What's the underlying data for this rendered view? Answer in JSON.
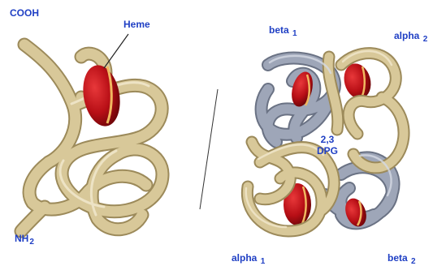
{
  "colors": {
    "label": "#1f3fc4",
    "tube_tan": "#d8c899",
    "tube_tan_dark": "#9c8a5a",
    "tube_grey": "#9ea6b8",
    "tube_grey_dark": "#6a7284",
    "heme_red": "#c0121a",
    "heme_stripe": "#f0b860",
    "divider": "#333333"
  },
  "myoglobin": {
    "cooh": "COOH",
    "heme": "Heme",
    "nh_base": "NH",
    "nh_sub": "2"
  },
  "hemoglobin": {
    "beta1_base": "beta",
    "beta1_sub": "1",
    "alpha2_base": "alpha",
    "alpha2_sub": "2",
    "dpg_num": "2,3",
    "dpg_text": "DPG",
    "alpha1_base": "alpha",
    "alpha1_sub": "1",
    "beta2_base": "beta",
    "beta2_sub": "2"
  }
}
